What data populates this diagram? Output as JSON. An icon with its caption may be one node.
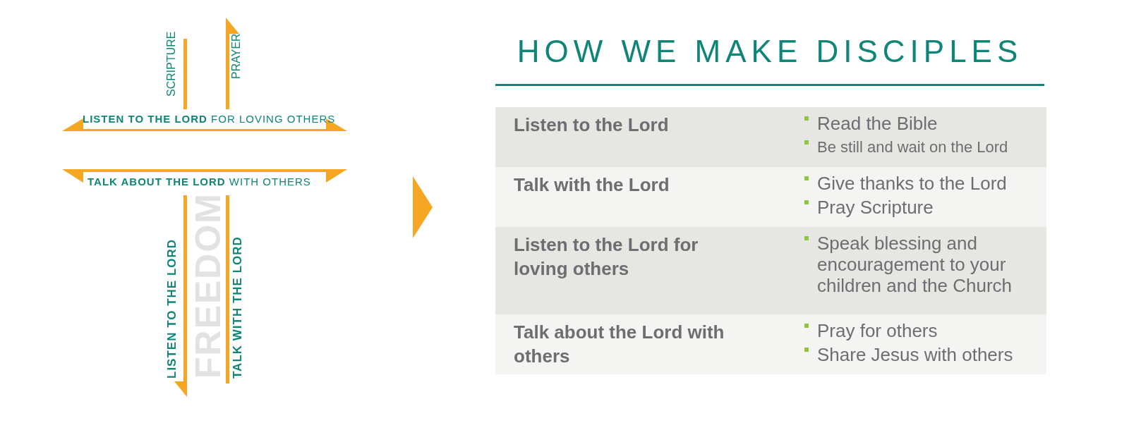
{
  "diagram": {
    "title": "HOW WE MAKE DISCIPLES",
    "labels": [
      "SCRIPTURE",
      "PRAYER",
      "**LISTEN TO THE LORD** FOR LOVING OTHERS",
      "**TALK ABOUT THE LORD** WITH OTHERS",
      "LISTEN TO THE LORD",
      "FREEDOM",
      "TALK WITH THE LORD",
      "Listen to the Lord",
      "Read the Bible",
      "Be still and wait on the Lord",
      "Talk with the Lord",
      "Give thanks to the Lord",
      "Pray Scripture",
      "Listen to the Lord for loving others",
      "Speak blessing and encouragement to your children and the Church",
      "Talk about the Lord with others",
      "Pray for others",
      "Share Jesus with others"
    ]
  }
}
